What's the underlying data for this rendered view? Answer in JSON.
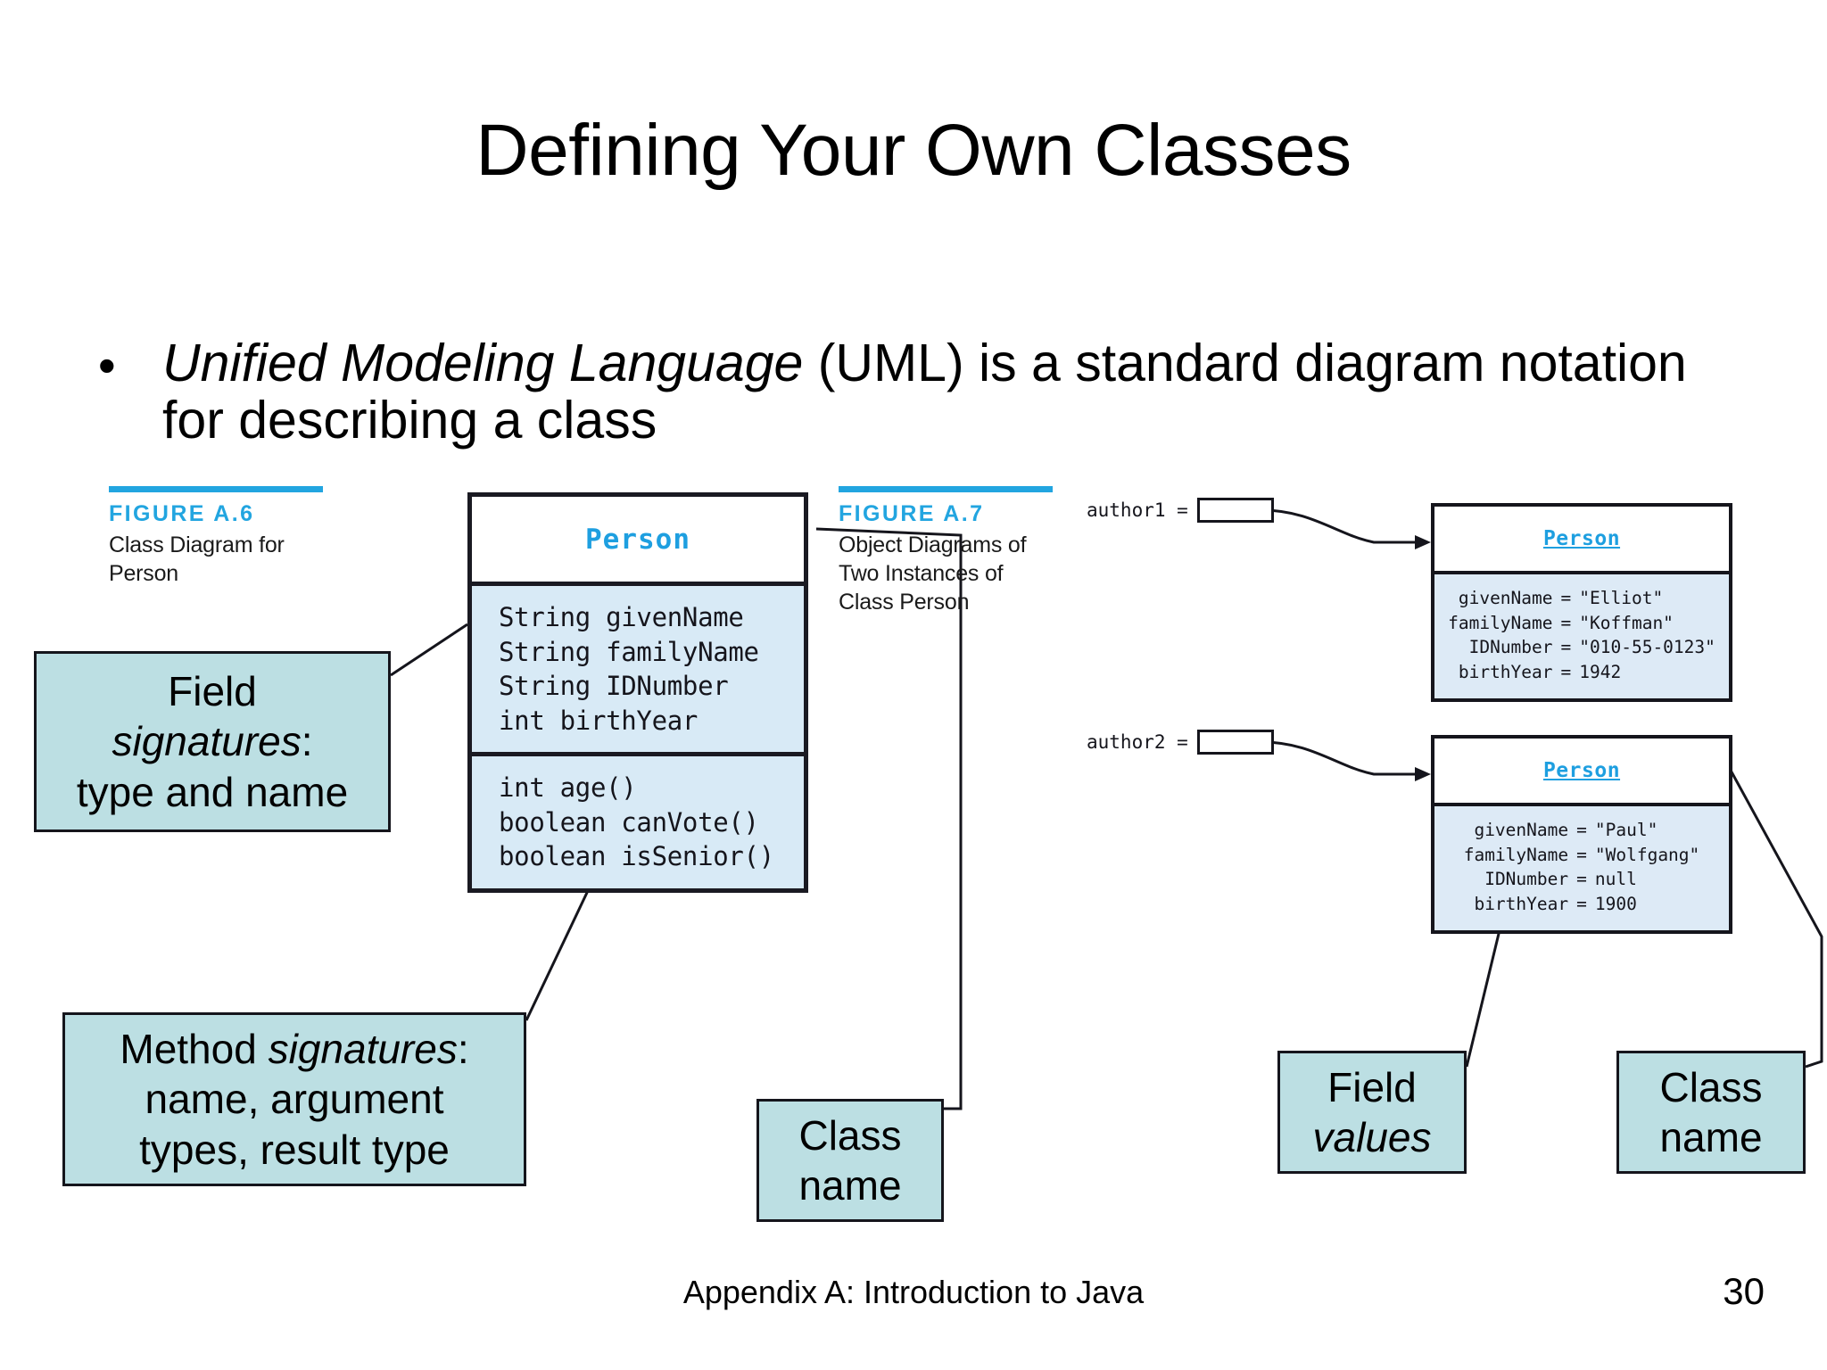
{
  "slide": {
    "title": "Defining Your Own Classes",
    "bullet_marker": "•",
    "bullet": {
      "emphasis": "Unified Modeling Language",
      "rest": " (UML) is a standard diagram notation for describing a class"
    },
    "footer": "Appendix A: Introduction to Java",
    "page_number": "30"
  },
  "figures": {
    "a6": {
      "label": "FIGURE A.6",
      "description": "Class Diagram for Person"
    },
    "a7": {
      "label": "FIGURE A.7",
      "description": "Object Diagrams of Two Instances of Class Person"
    }
  },
  "class_diagram": {
    "class_name": "Person",
    "fields": [
      "String givenName",
      "String familyName",
      "String IDNumber",
      "int birthYear"
    ],
    "methods": [
      "int age()",
      "boolean canVote()",
      "boolean isSenior()"
    ]
  },
  "object_diagrams": [
    {
      "reference_label": "author1 =",
      "class_name": "Person",
      "fields": [
        {
          "name": "givenName",
          "op": "=",
          "value": "\"Elliot\""
        },
        {
          "name": "familyName",
          "op": "=",
          "value": "\"Koffman\""
        },
        {
          "name": "IDNumber",
          "op": "=",
          "value": "\"010-55-0123\""
        },
        {
          "name": "birthYear",
          "op": "=",
          "value": "1942"
        }
      ]
    },
    {
      "reference_label": "author2 =",
      "class_name": "Person",
      "fields": [
        {
          "name": "givenName",
          "op": "=",
          "value": "\"Paul\""
        },
        {
          "name": "familyName",
          "op": "=",
          "value": "\"Wolfgang\""
        },
        {
          "name": "IDNumber",
          "op": "=",
          "value": "null"
        },
        {
          "name": "birthYear",
          "op": "=",
          "value": "1900"
        }
      ]
    }
  ],
  "callouts": {
    "field_signatures": {
      "line1": "Field",
      "line2_italic": "signatures",
      "line2_tail": ":",
      "line3": "type and name"
    },
    "method_signatures": {
      "line1_head": "Method ",
      "line1_italic": "signatures",
      "line1_tail": ":",
      "line2": "name, argument",
      "line3": "types, result type"
    },
    "class_name_left": {
      "line1": "Class",
      "line2": "name"
    },
    "field_values": {
      "line1": "Field",
      "line2_italic": "values"
    },
    "class_name_right": {
      "line1": "Class",
      "line2": "name"
    }
  },
  "colors": {
    "accent_blue": "#22a5e0",
    "callout_fill": "#bcdfe3",
    "class_section_fill": "#d8eaf6",
    "object_section_fill": "#ddeaf6",
    "outline": "#15151c"
  }
}
